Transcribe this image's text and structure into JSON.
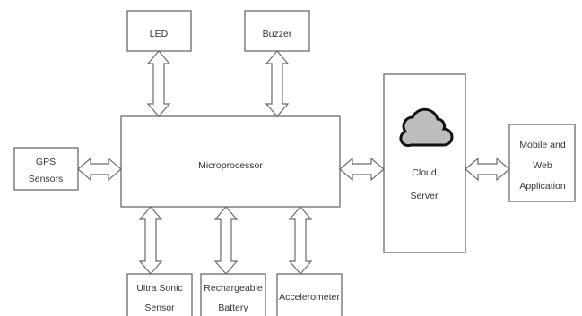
{
  "blocks": {
    "led": {
      "lines": [
        "LED"
      ]
    },
    "buzzer": {
      "lines": [
        "Buzzer"
      ]
    },
    "gps": {
      "lines": [
        "GPS",
        "Sensors"
      ]
    },
    "microprocessor": {
      "lines": [
        "Microprocessor"
      ]
    },
    "cloud_server": {
      "lines": [
        "Cloud",
        "Server"
      ],
      "icon": "cloud-icon"
    },
    "web_app": {
      "lines": [
        "Mobile and",
        "Web",
        "Application"
      ]
    },
    "ultrasonic": {
      "lines": [
        "Ultra Sonic",
        "Sensor"
      ]
    },
    "battery": {
      "lines": [
        "Rechargeable",
        "Battery"
      ]
    },
    "accelerometer": {
      "lines": [
        "Accelerometer"
      ]
    }
  },
  "connections": [
    {
      "from": "led",
      "to": "microprocessor",
      "type": "bidirectional"
    },
    {
      "from": "buzzer",
      "to": "microprocessor",
      "type": "bidirectional"
    },
    {
      "from": "gps",
      "to": "microprocessor",
      "type": "bidirectional"
    },
    {
      "from": "microprocessor",
      "to": "cloud_server",
      "type": "bidirectional"
    },
    {
      "from": "cloud_server",
      "to": "web_app",
      "type": "bidirectional"
    },
    {
      "from": "microprocessor",
      "to": "ultrasonic",
      "type": "bidirectional"
    },
    {
      "from": "microprocessor",
      "to": "battery",
      "type": "bidirectional"
    },
    {
      "from": "microprocessor",
      "to": "accelerometer",
      "type": "bidirectional"
    }
  ],
  "colors": {
    "stroke": "#6a6a6a",
    "text": "#333333",
    "cloud_fill": "#bdbdbd",
    "cloud_outline": "#111111"
  }
}
